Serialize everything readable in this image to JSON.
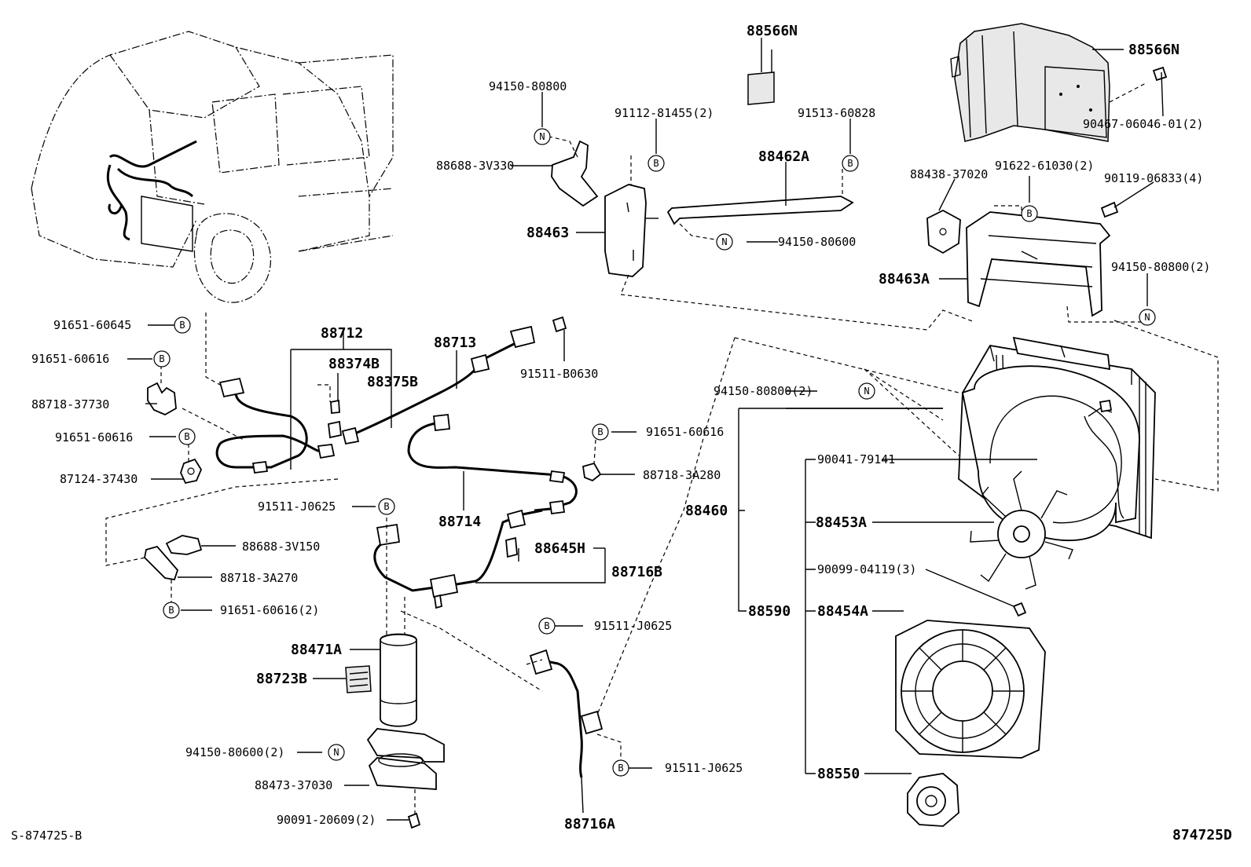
{
  "diagram": {
    "code_left": "S-874725-B",
    "code_right": "874725D",
    "symbols": {
      "b": "B",
      "n": "N"
    },
    "labels": {
      "p88566N_top": "88566N",
      "p88566N_right": "88566N",
      "p90467": "90467-06046-01(2)",
      "p94150_80800_a": "94150-80800",
      "p91112": "91112-81455(2)",
      "p91513": "91513-60828",
      "p88688_3V330": "88688-3V330",
      "p88462A": "88462A",
      "p88463": "88463",
      "p94150_80600_a": "94150-80600",
      "p88438": "88438-37020",
      "p91622": "91622-61030(2)",
      "p90119": "90119-06833(4)",
      "p94150_80800_2a": "94150-80800(2)",
      "p88463A": "88463A",
      "p91651_60645": "91651-60645",
      "p91651_60616_a": "91651-60616",
      "p88718_37730": "88718-37730",
      "p91651_60616_b": "91651-60616",
      "p87124": "87124-37430",
      "p88712": "88712",
      "p88374B": "88374B",
      "p88375B": "88375B",
      "p88713": "88713",
      "p91511_B0630": "91511-B0630",
      "p91651_60616_c": "91651-60616",
      "p88718_3A280": "88718-3A280",
      "p88714": "88714",
      "p91511_J0625_a": "91511-J0625",
      "p88688_3V150": "88688-3V150",
      "p88718_3A270": "88718-3A270",
      "p91651_60616_2": "91651-60616(2)",
      "p88645H": "88645H",
      "p88716B": "88716B",
      "p88471A": "88471A",
      "p88723B": "88723B",
      "p94150_80600_2": "94150-80600(2)",
      "p88473": "88473-37030",
      "p90091": "90091-20609(2)",
      "p91511_J0625_b": "91511-J0625",
      "p91511_J0625_c": "91511-J0625",
      "p88716A": "88716A",
      "p94150_80800_2b": "94150-80800(2)",
      "p90041": "90041-79141",
      "p88460": "88460",
      "p88453A": "88453A",
      "p90099": "90099-04119(3)",
      "p88590": "88590",
      "p88454A": "88454A",
      "p88550": "88550"
    }
  }
}
